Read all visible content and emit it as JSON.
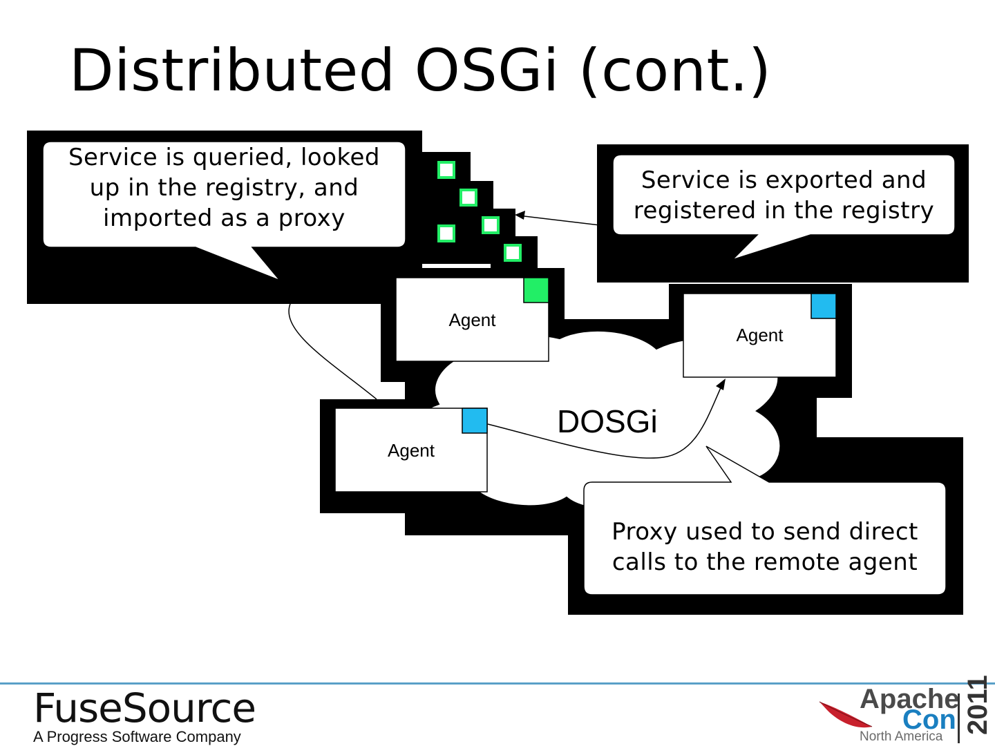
{
  "slide": {
    "title": "Distributed OSGi (cont.)"
  },
  "callouts": {
    "import": "Service is queried, looked up in the registry, and imported as a proxy",
    "import_lines": [
      "Service is queried, looked",
      "up in the registry, and",
      "imported as a proxy"
    ],
    "export_lines": [
      "Service is exported and",
      "registered in the registry"
    ],
    "proxy_lines": [
      "Proxy used to send direct",
      "calls to the remote agent"
    ]
  },
  "diagram": {
    "cloud_label": "DOSGi",
    "agents": [
      {
        "label": "Agent",
        "service_color": "#22ee66"
      },
      {
        "label": "Agent",
        "service_color": "#22bbf0"
      },
      {
        "label": "Agent",
        "service_color": "#22bbf0"
      }
    ],
    "registry_marker_color": "#22ee66"
  },
  "footer": {
    "brand": "FuseSource",
    "brand_sub": "A Progress Software Company",
    "conf_apache": "Apache",
    "conf_con": "Con",
    "conf_region": "North America",
    "conf_year": "2011"
  }
}
